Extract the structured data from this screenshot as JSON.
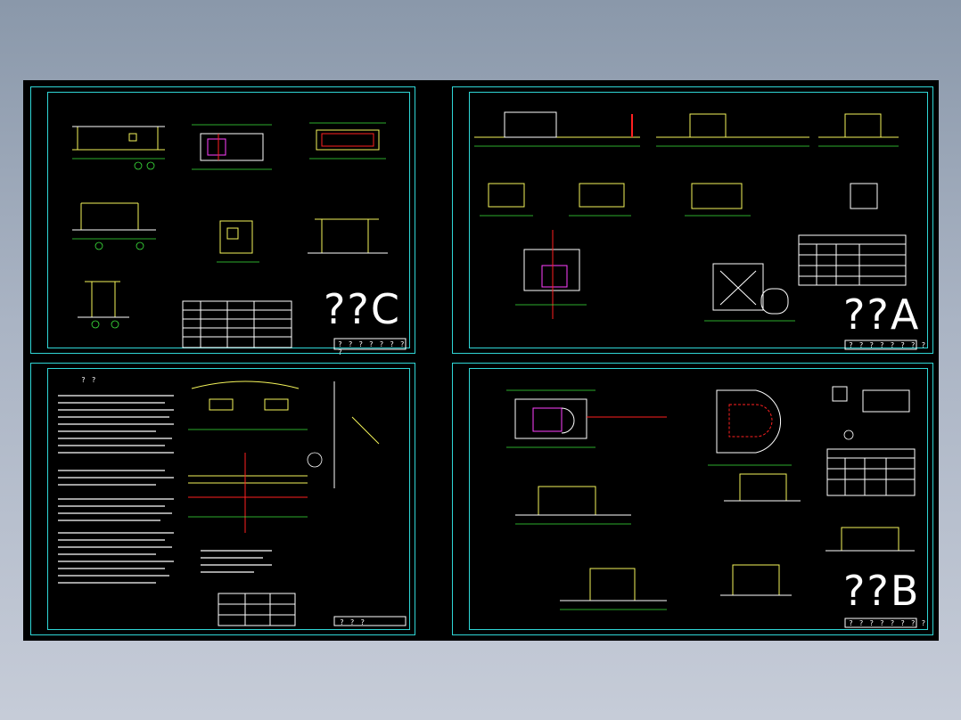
{
  "colors": {
    "frame": "#2fd6d6",
    "line_primary": "#f5f55a",
    "line_dim": "#3ce63c",
    "line_white": "#ffffff",
    "line_magenta": "#ff40ff",
    "line_red": "#ff2020",
    "background": "#000000",
    "desktop": "#8a98aa"
  },
  "sheets": {
    "c": {
      "label": "??C",
      "title_block": "? ? ? ? ? ? ? ?"
    },
    "a": {
      "label": "??A",
      "title_block": "? ? ? ? ? ? ? ?"
    },
    "b": {
      "label": "??B",
      "title_block": "? ? ? ? ? ? ? ?"
    },
    "notes": {
      "title": "? ?",
      "title_block": "? ? ?"
    }
  },
  "view_titles": {
    "c_elev1": "?-? ? ? ?",
    "c_plan": "? ? ?",
    "c_roof": "? ? ? ?",
    "c_elev2": "?-? ? ?",
    "c_elev3": "?-? ? ? ?",
    "c_section": "? ? ? ?",
    "a_elev1": "?-? ? ? ?",
    "a_elev2": "?-? ? ? ?",
    "a_plan": "? ? ? ?",
    "a_roof": "? ? ? ?",
    "b_plan": "? ? ? ?",
    "b_elev1": "?-? ? ? ?",
    "b_elev2": "?-? ? ? ?",
    "b_elev3": "?-? ? ? ?",
    "notes_site": "? ? ? ?",
    "notes_detail": "? ? ? ?"
  },
  "tables": {
    "c_door_schedule": {
      "title": "? ? ?"
    },
    "a_door_schedule": {
      "title": "? ? ?"
    },
    "b_door_schedule": {
      "title": "? ? ?"
    },
    "notes_table": {
      "title": "? ? ? ?"
    }
  }
}
